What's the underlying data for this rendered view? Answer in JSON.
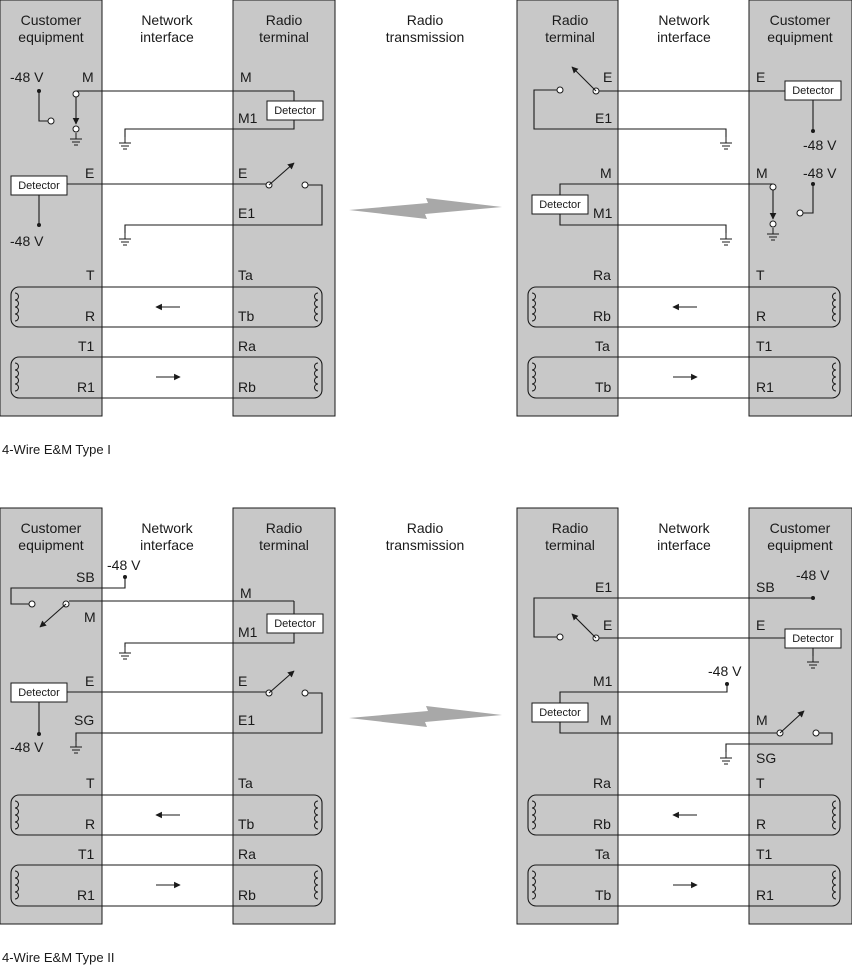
{
  "colors": {
    "panel": "#c8c8c8",
    "line": "#1a1a1a",
    "bolt": "#a8a8a8"
  },
  "headers": {
    "customer_1": "Customer",
    "customer_2": "equipment",
    "network_1": "Network",
    "network_2": "interface",
    "radio_1": "Radio",
    "radio_2": "terminal",
    "transmission_1": "Radio",
    "transmission_2": "transmission"
  },
  "detector": "Detector",
  "minus48": "-48 V",
  "captions": {
    "type1": "4-Wire E&M Type I",
    "type2": "4-Wire E&M Type II"
  },
  "type1": {
    "left_customer": [
      "M",
      "E",
      "T",
      "R",
      "T1",
      "R1"
    ],
    "left_radio": [
      "M",
      "M1",
      "E",
      "E1",
      "Ta",
      "Tb",
      "Ra",
      "Rb"
    ],
    "right_radio": [
      "E",
      "E1",
      "M",
      "M1",
      "Ra",
      "Rb",
      "Ta",
      "Tb"
    ],
    "right_customer": [
      "E",
      "M",
      "T",
      "R",
      "T1",
      "R1"
    ]
  },
  "type2": {
    "left_customer": [
      "SB",
      "M",
      "E",
      "SG",
      "T",
      "R",
      "T1",
      "R1"
    ],
    "left_radio": [
      "M",
      "M1",
      "E",
      "E1",
      "Ta",
      "Tb",
      "Ra",
      "Rb"
    ],
    "right_radio": [
      "E1",
      "E",
      "M1",
      "M",
      "Ra",
      "Rb",
      "Ta",
      "Tb"
    ],
    "right_customer": [
      "SB",
      "E",
      "M",
      "SG",
      "T",
      "R",
      "T1",
      "R1"
    ]
  }
}
